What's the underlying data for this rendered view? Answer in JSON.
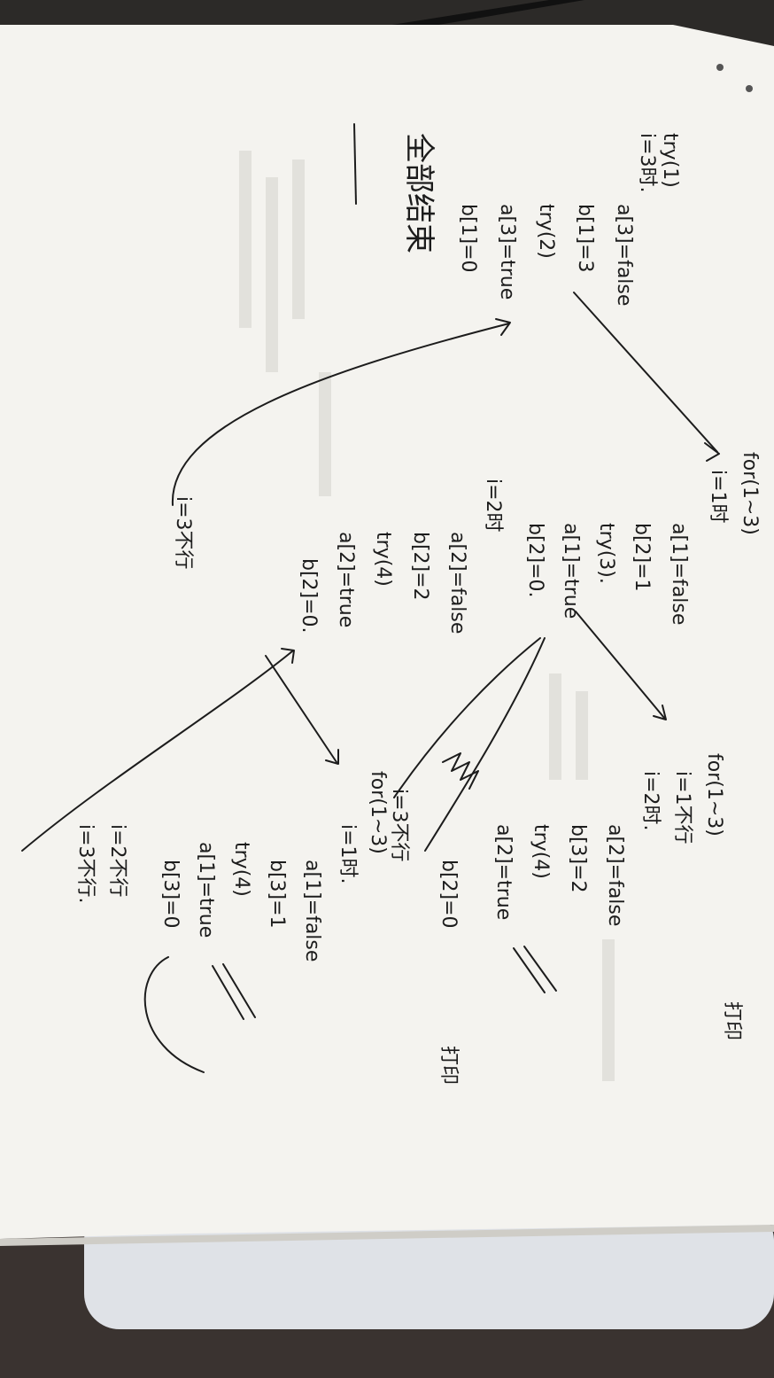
{
  "photo": {
    "colors": {
      "desk": "#2c2a28",
      "paper": "#f4f3ef",
      "ink": "#1c1c1c",
      "tray": "#dfe2e7"
    }
  },
  "trace": {
    "col1": {
      "l1": "try(1)",
      "l2": "i=3时.",
      "l3": "a[3]=false",
      "l4": "b[1]=3",
      "l5": "try(2)",
      "l6": "a[3]=true",
      "l7": "b[1]=0",
      "side": "全部结束"
    },
    "col2": {
      "l1": "for(1~3)",
      "l2": "i=1时",
      "l3": "a[1]=false",
      "l4": "b[2]=1",
      "l5": "try(3).",
      "l6": "a[1]=true",
      "l7": "b[2]=0.",
      "l8": "i=2时",
      "l9": "a[2]=false",
      "l10": "b[2]=2",
      "l11": "try(4)",
      "l12": "a[2]=true",
      "l13": "b[2]=0.",
      "side": "i=3不行"
    },
    "col3": {
      "l1": "for(1~3)",
      "l2": "i=1不行",
      "l3": "i=2时.",
      "l4": "a[2]=false",
      "l5": "b[3]=2",
      "l6": "try(4)",
      "l7": "a[2]=true",
      "l8": "b[2]=0",
      "side": "i=3不行",
      "print": "打印"
    },
    "col4": {
      "l1": "for(1~3)",
      "l2": "i=1时.",
      "l3": "a[1]=false",
      "l4": "b[3]=1",
      "l5": "try(4)",
      "l6": "a[1]=true",
      "l7": "b[3]=0",
      "l8": "i=2不行",
      "l9": "i=3不行.",
      "print": "打印"
    }
  }
}
